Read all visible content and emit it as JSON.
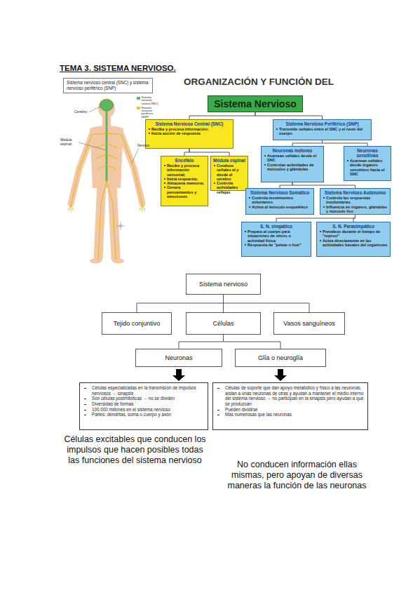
{
  "diagram": {
    "title": "TEMA 3. SISTEMA NERVIOSO.",
    "nodes": [
      {
        "text": [
          "Sistema nervioso central (SNC) y sistema nervioso periférico (SNP)"
        ]
      },
      {
        "text": [
          "Sistema Nervioso"
        ]
      },
      {
        "text": [
          "Sistema Nervioso Central (SNC)",
          "Recibe y procesa información;",
          "Inicia acción de respuesta"
        ]
      },
      {
        "text": [
          "Sistema Nervioso Periférico (SNP)",
          "Transmite señales entre el SNC y el resto del cuerpo"
        ]
      },
      {
        "text": [
          "Encéfalo",
          "Recibe y procesa información sensorial;",
          "Inicia respuesta;",
          "Almacena memoria;",
          "Genera pensamientos y emociones"
        ]
      },
      {
        "text": [
          "Médula espinal",
          "Conduce señales al y desde el cerebro",
          "Controla actividades reflejas"
        ]
      },
      {
        "text": [
          "Neuronas motoras",
          "Acarrean señales desde el SNC",
          "Controlan actividades de músculos y glándulas"
        ]
      },
      {
        "text": [
          "Neuronas sensitivas",
          "Acarrean señales desde órganos sensitivos hacia el SNC"
        ]
      },
      {
        "text": [
          "Sistema Nervioso Somático",
          "Controla movimientos voluntarios",
          "Activa al músculo esquelético"
        ]
      },
      {
        "text": [
          "Sistema Nervioso Autónomo",
          "Controla las respuestas involuntarias",
          "Influencia en órganos, glándulas y músculo liso"
        ]
      },
      {
        "text": [
          "S. N. simpático",
          "Prepara al cuerpo para situaciones de stress o actividad física",
          "Respuesta de \"pelear o huir\""
        ]
      },
      {
        "text": [
          "S. N. Parasimpático",
          "Prevalece durante el tiempo de \"reposo\"",
          "Actúa directamente en las actividades basales del organismo"
        ]
      },
      {
        "text": [
          "Sistema nervioso"
        ]
      },
      {
        "text": [
          "Tejido conjuntivo"
        ]
      },
      {
        "text": [
          "Células"
        ]
      },
      {
        "text": [
          "Vasos sanguíneos"
        ]
      },
      {
        "text": [
          "Neuronas"
        ]
      },
      {
        "text": [
          "Glía o neuroglía"
        ]
      },
      {
        "text": [
          "Células especializadas en la transmisión de impulsos nerviosos → sinapsis",
          "Son células postmitóticas → no se dividen",
          "Diversidad de formas",
          "100.000 millones en el sistema nervioso",
          "Partes: dendritas, soma o cuerpo y axón"
        ]
      },
      {
        "text": [
          "Células de soporte que dan apoyo metabólico y físico a las neuronas, aíslan a unas neuronas de otras y ayudan a mantener el medio interno del sistema nervioso → no participan en la sinapsis pero ayudan a que se produzcan",
          "Pueden dividirse",
          "Más numerosas que las neuronas"
        ]
      }
    ],
    "edges": [
      {
        "from": 1,
        "to": 2,
        "arrow": "none"
      },
      {
        "from": 1,
        "to": 3,
        "arrow": "none"
      },
      {
        "from": 2,
        "to": 4,
        "arrow": "none"
      },
      {
        "from": 2,
        "to": 5,
        "arrow": "none"
      },
      {
        "from": 3,
        "to": 6,
        "arrow": "none"
      },
      {
        "from": 3,
        "to": 7,
        "arrow": "none"
      },
      {
        "from": 6,
        "to": 8,
        "arrow": "none"
      },
      {
        "from": 6,
        "to": 9,
        "arrow": "none"
      },
      {
        "from": 9,
        "to": 10,
        "arrow": "none"
      },
      {
        "from": 9,
        "to": 11,
        "arrow": "none"
      },
      {
        "from": 12,
        "to": 13,
        "arrow": "none"
      },
      {
        "from": 12,
        "to": 14,
        "arrow": "none"
      },
      {
        "from": 12,
        "to": 15,
        "arrow": "none"
      },
      {
        "from": 14,
        "to": 16,
        "arrow": "none"
      },
      {
        "from": 14,
        "to": 17,
        "arrow": "none"
      },
      {
        "from": 16,
        "to": 18,
        "arrow": "to"
      },
      {
        "from": 17,
        "to": 19,
        "arrow": "to"
      }
    ],
    "labels": [
      "ORGANIZACIÓN Y FUNCIÓN DEL",
      "Cerebro",
      "Médula espinal",
      "Nervios",
      "Células excitables que conducen los impulsos que hacen posibles todas las funciones del sistema nervioso",
      "No conducen información ellas mismas, pero apoyan de diversas maneras la función de las neuronas"
    ],
    "legend": [
      {
        "text": "Sistema nervioso central (SNC)",
        "color": "#5cb85c"
      },
      {
        "text": "Sistema nervioso periférico (SNP)",
        "color": "#f0c419"
      }
    ]
  }
}
